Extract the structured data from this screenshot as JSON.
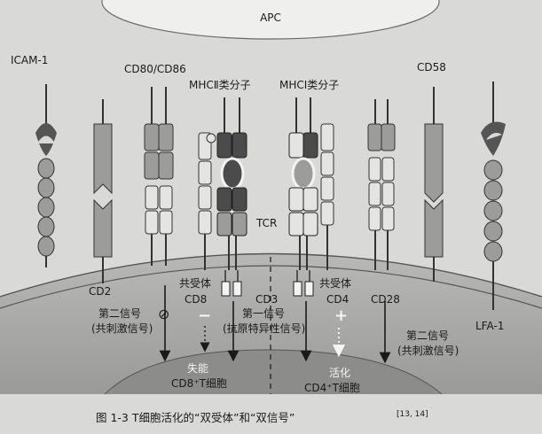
{
  "labels": {
    "apc": "APC",
    "icam1": "ICAM-1",
    "cd80_cd86": "CD80/CD86",
    "mhc2": "MHCⅡ类分子",
    "mhc1": "MHCⅠ类分子",
    "cd58": "CD58",
    "tcr": "TCR",
    "cd2": "CD2",
    "coreceptor_left": "共受体",
    "cd8": "CD8",
    "cd3": "CD3",
    "coreceptor_right": "共受体",
    "cd4": "CD4",
    "cd28": "CD28",
    "lfa1": "LFA-1",
    "signal2_left_line1": "第二信号",
    "signal2_left_line2": "(共刺激信号)",
    "signal1_line1": "第一信号",
    "signal1_line2": "(抗原特异性信号)",
    "signal2_right_line1": "第二信号",
    "signal2_right_line2": "(共刺激信号)",
    "inhibit_symbol": "⊘",
    "minus_symbol": "−",
    "plus_symbol": "+",
    "anergy": "失能",
    "cd8_cell": "CD8⁺T细胞",
    "activation": "活化",
    "cd4_cell": "CD4⁺T细胞",
    "caption": "图 1-3   T细胞活化的“双受体”和“双信号”",
    "caption_ref": "[13, 14]"
  },
  "colors": {
    "background": "#d9d9d7",
    "apc_cell": "#efefed",
    "t_cell": "#a9a9a7",
    "t_cell_inner": "#8f8f8d",
    "membrane": "#c6c6c4",
    "dark_molecule": "#4b4b4b",
    "mid_molecule": "#9c9c9a",
    "light_molecule": "#e4e4e2"
  }
}
